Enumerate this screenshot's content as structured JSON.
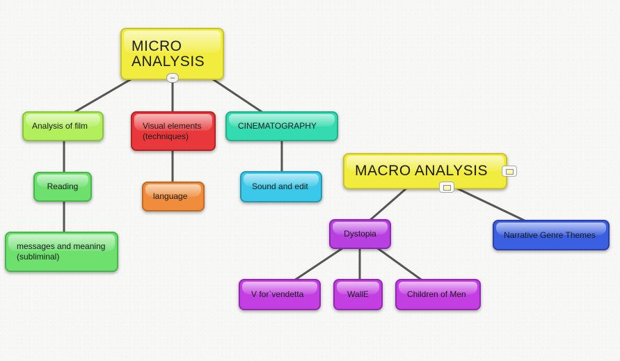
{
  "nodes": {
    "micro_analysis": "MICRO\nANALYSIS",
    "analysis_of_film": "Analysis of film",
    "visual_elements": "Visual elements\n(techniques)",
    "cinematography": "CINEMATOGRAPHY",
    "reading": "Reading",
    "language": "language",
    "sound_and_edit": "Sound and edit",
    "messages_and_meaning": "messages and meaning\n(subliminal)",
    "macro_analysis": "MACRO ANALYSIS",
    "dystopia": "Dystopia",
    "narrative_genre_themes": "Narrative Genre Themes",
    "v_for_vendetta": "V for`vendetta",
    "walle": "WallE",
    "children_of_men": "Children of Men"
  },
  "controls": {
    "collapse_symbol": "–"
  },
  "icons": {
    "note": "note-icon"
  },
  "colors": {
    "yellow": "#f1ec3e",
    "lime": "#b2ef5c",
    "green": "#6de06e",
    "red": "#e8383b",
    "orange": "#f08d3c",
    "teal": "#35dbb0",
    "cyan": "#3cc8e8",
    "purple": "#b83fe0",
    "blue": "#3a5fe0",
    "connector": "#555555"
  }
}
